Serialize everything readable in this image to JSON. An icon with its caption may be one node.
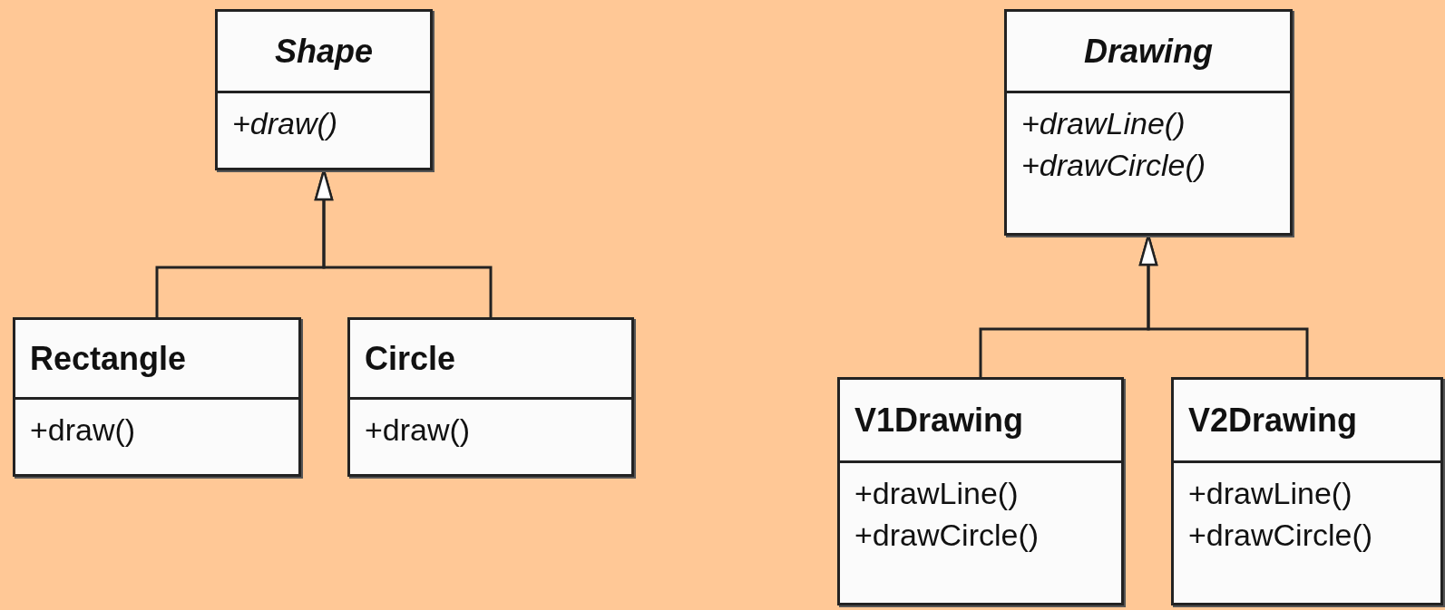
{
  "diagram": {
    "nodes": [
      {
        "text": [
          "Shape",
          "+draw()"
        ]
      },
      {
        "text": [
          "Rectangle",
          "+draw()"
        ]
      },
      {
        "text": [
          "Circle",
          "+draw()"
        ]
      },
      {
        "text": [
          "Drawing",
          "+drawLine()",
          "+drawCircle()"
        ]
      },
      {
        "text": [
          "V1Drawing",
          "+drawLine()",
          "+drawCircle()"
        ]
      },
      {
        "text": [
          "V2Drawing",
          "+drawLine()",
          "+drawCircle()"
        ]
      }
    ],
    "edges": [
      {
        "from": 1,
        "to": 0,
        "arrow": "to"
      },
      {
        "from": 2,
        "to": 0,
        "arrow": "to"
      },
      {
        "from": 4,
        "to": 3,
        "arrow": "to"
      },
      {
        "from": 5,
        "to": 3,
        "arrow": "to"
      }
    ]
  }
}
